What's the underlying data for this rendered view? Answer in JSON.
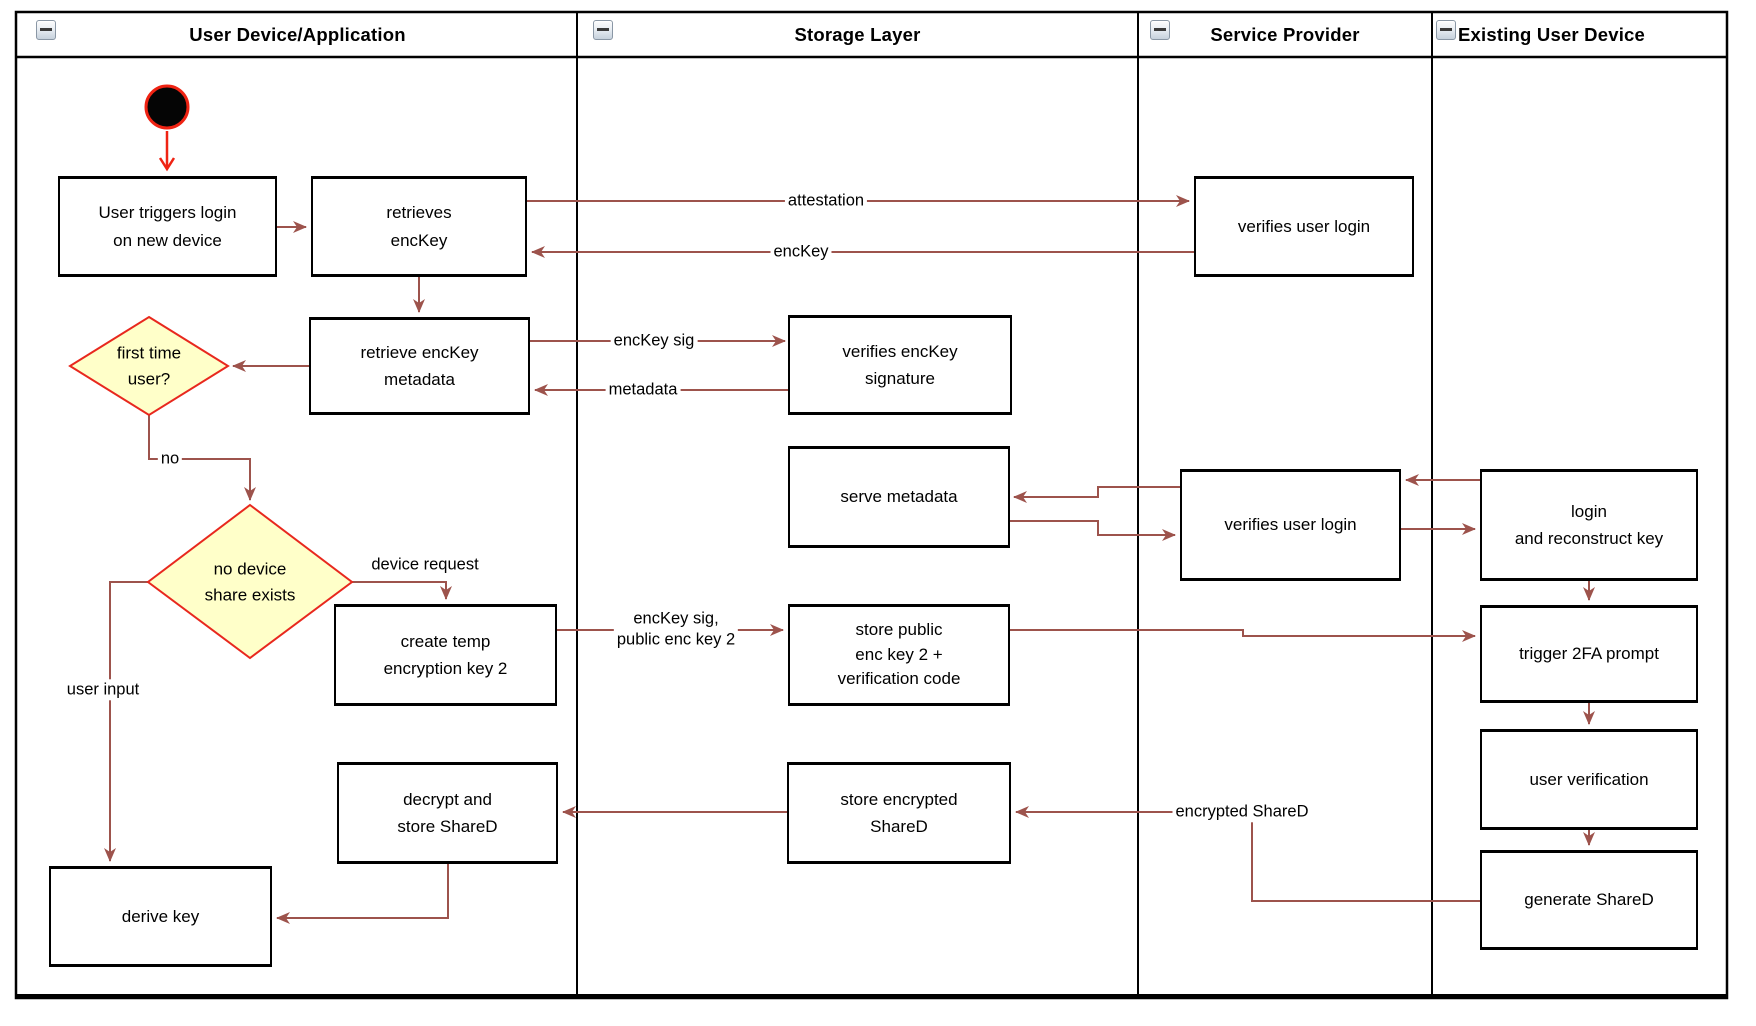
{
  "lanes": [
    {
      "title": "User Device/Application"
    },
    {
      "title": "Storage Layer"
    },
    {
      "title": "Service Provider"
    },
    {
      "title": "Existing User Device"
    }
  ],
  "nodes": {
    "user_triggers_login": "User triggers login\non new device",
    "retrieves_enckey": "retrieves\nencKey",
    "verifies_user_login_top": "verifies user login",
    "retrieve_enckey_metadata": "retrieve encKey\nmetadata",
    "verifies_enckey_signature": "verifies encKey\nsignature",
    "first_time_user": "first time\nuser?",
    "serve_metadata": "serve metadata",
    "verifies_user_login_mid": "verifies user login",
    "login_and_reconstruct_key": "login\nand reconstruct key",
    "no_device_share_exists": "no device\nshare exists",
    "create_temp_encryption_key2": "create temp\nencryption key 2",
    "store_public_enc_key2": "store public\nenc key 2 +\nverification code",
    "trigger_2fa_prompt": "trigger 2FA prompt",
    "user_verification": "user verification",
    "store_encrypted_shared": "store encrypted\nShareD",
    "decrypt_and_store_shared": "decrypt and\nstore ShareD",
    "generate_shared": "generate ShareD",
    "derive_key": "derive key"
  },
  "edge_labels": {
    "attestation": "attestation",
    "enckey": "encKey",
    "enckey_sig": "encKey sig",
    "metadata": "metadata",
    "no": "no",
    "device_request": "device request",
    "user_input": "user input",
    "enckey_sig_public_key2": "encKey sig,\npublic enc key 2",
    "encrypted_shared": "encrypted ShareD"
  },
  "colors": {
    "edge": "#9d534c",
    "start": "#ef2313",
    "diamond_fill": "#ffffc9",
    "diamond_stroke": "#e8281e",
    "frame": "#000000"
  }
}
